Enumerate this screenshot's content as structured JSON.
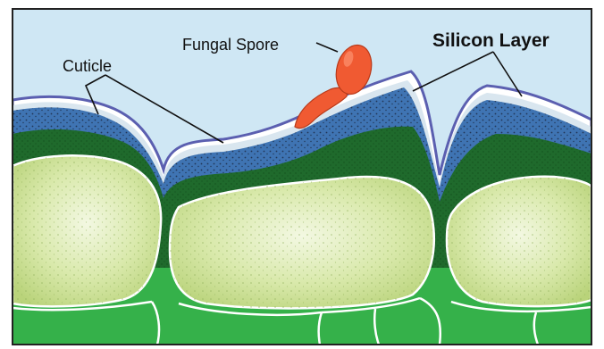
{
  "labels": {
    "cuticle": "Cuticle",
    "fungal_spore": "Fungal Spore",
    "silicon_layer": "Silicon Layer"
  },
  "colors": {
    "sky": "#cfe7f4",
    "cuticle_stroke": "#5b5fb0",
    "silicon_layer": "#d9e6ef",
    "blue_layer": "#3f74b3",
    "dark_green_layer": "#1f6a2c",
    "cell_fill": "#d7e7a6",
    "bright_green": "#35b14a",
    "spore": "#f05a32",
    "frame": "#222222"
  }
}
